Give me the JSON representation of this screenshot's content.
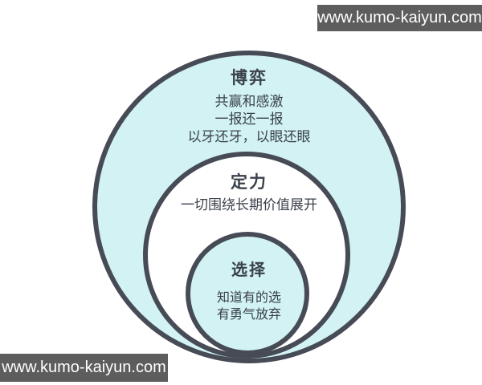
{
  "watermarks": {
    "top": "www.kumo-kaiyun.com",
    "bottom": "www.kumo-kaiyun.com"
  },
  "rings": [
    {
      "id": "outer",
      "title": "博弈",
      "lines": [
        "共赢和感激",
        "一报还一报",
        "以牙还牙，以眼还眼"
      ]
    },
    {
      "id": "middle",
      "title": "定力",
      "lines": [
        "一切围绕长期价值展开"
      ]
    },
    {
      "id": "inner",
      "title": "选择",
      "lines": [
        "知道有的选",
        "有勇气放弃"
      ]
    }
  ],
  "colors": {
    "circle_fill": "#d2f2f3",
    "ring_fill": "#ffffff",
    "circle_stroke": "#464b55",
    "text": "#3a414b",
    "watermark_bg": "#5d5d5d",
    "watermark_text": "#ffffff",
    "page_bg": "#ffffff"
  }
}
